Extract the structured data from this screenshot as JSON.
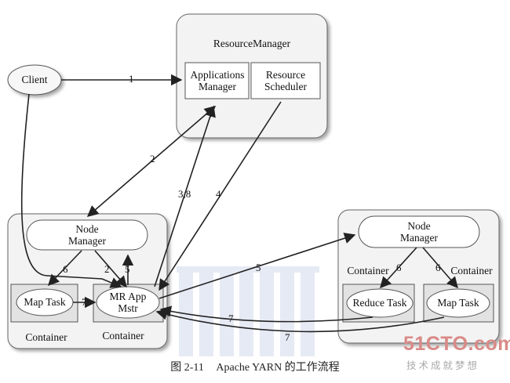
{
  "nodes": {
    "resource_manager": "ResourceManager",
    "applications_manager": "Applications\nManager",
    "resource_scheduler": "Resource\nScheduler",
    "client": "Client",
    "node_manager_left": "Node\nManager",
    "mr_app_mstr": "MR App\nMstr",
    "map_task_left": "Map Task",
    "container_left_1": "Container",
    "container_left_2": "Container",
    "node_manager_right": "Node\nManager",
    "reduce_task": "Reduce Task",
    "map_task_right": "Map Task",
    "container_right_1": "Container",
    "container_right_2": "Container"
  },
  "edges": {
    "e1": "1",
    "e2a": "2",
    "e38": "3,8",
    "e4": "4",
    "e5a": "5",
    "e6a": "6",
    "e2b": "2",
    "e5b": "5",
    "e7a": "7",
    "e6b": "6",
    "e6c": "6",
    "e7b": "7",
    "e7c": "7"
  },
  "caption": {
    "figure_number": "图 2-11",
    "title": "Apache YARN 的工作流程"
  },
  "watermark": {
    "brand": "51CTO.com",
    "tagline": "技术成就梦想",
    "brand_color": "#d98a87"
  }
}
